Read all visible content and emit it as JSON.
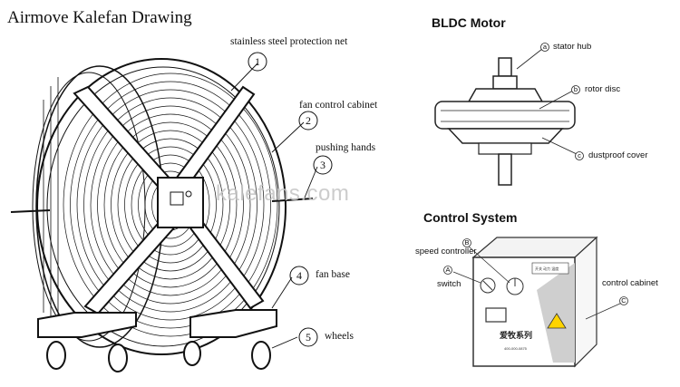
{
  "left_title": "Airmove Kalefan Drawing",
  "fan_callouts": [
    {
      "num": "1",
      "label": "stainless steel protection net"
    },
    {
      "num": "2",
      "label": "fan control cabinet"
    },
    {
      "num": "3",
      "label": "pushing hands"
    },
    {
      "num": "4",
      "label": "fan base"
    },
    {
      "num": "5",
      "label": "wheels"
    }
  ],
  "watermark": "kalefans.com",
  "motor": {
    "title": "BLDC Motor",
    "callouts": [
      {
        "letter": "a",
        "label": "stator hub"
      },
      {
        "letter": "b",
        "label": "rotor disc"
      },
      {
        "letter": "c",
        "label": "dustproof cover"
      }
    ]
  },
  "control": {
    "title": "Control System",
    "callouts": [
      {
        "letter": "B",
        "label": "speed controller"
      },
      {
        "letter": "A",
        "label": "switch"
      },
      {
        "letter": "C",
        "label": "control cabinet"
      }
    ],
    "box_text_main": "爱牧系列",
    "box_text_line1": "开关 动力 温度",
    "box_text_line2": "400-000-0875"
  }
}
